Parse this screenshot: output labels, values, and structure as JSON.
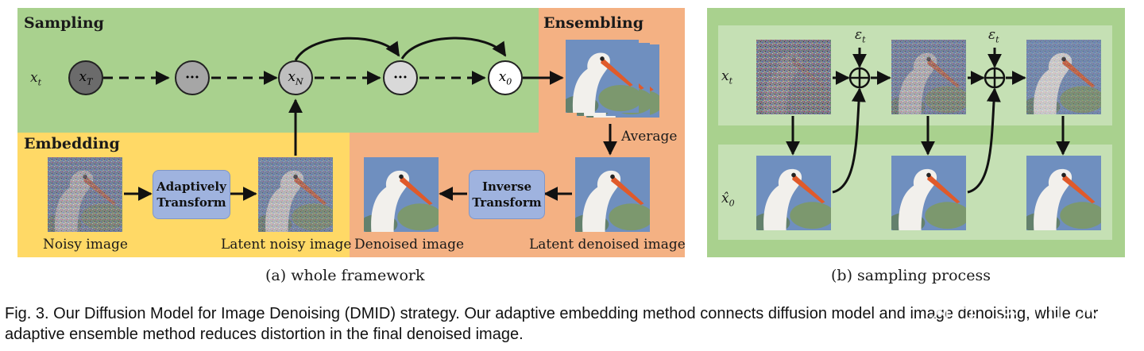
{
  "panel_a": {
    "sampling_title": "Sampling",
    "embedding_title": "Embedding",
    "ensembling_title": "Ensembling",
    "xt_label": "x",
    "xt_sub": "t",
    "nodes": [
      {
        "main": "x",
        "sub": "T"
      },
      {
        "main": "···",
        "sub": ""
      },
      {
        "main": "x",
        "sub": "N"
      },
      {
        "main": "···",
        "sub": ""
      },
      {
        "main": "x",
        "sub": "0"
      }
    ],
    "adaptively_transform": [
      "Adaptively",
      "Transform"
    ],
    "inverse_transform": [
      "Inverse",
      "Transform"
    ],
    "noisy_image": "Noisy image",
    "latent_noisy_image": "Latent noisy image",
    "denoised_image": "Denoised image",
    "latent_denoised_image": "Latent denoised image",
    "average": "Average",
    "caption": "(a)  whole framework"
  },
  "panel_b": {
    "xt_label": "x",
    "xt_sub": "t",
    "x0_label": "x̂",
    "x0_sub": "0",
    "eps_label": "ε",
    "eps_sub": "t",
    "caption": "(b)  sampling process"
  },
  "figure_caption": "Fig. 3. Our Diffusion Model for Image Denoising (DMID) strategy. Our adaptive embedding method connects diffusion model and image denoising, while our adaptive ensemble method reduces distortion in the final denoised image.",
  "watermark": {
    "zhihu": "知乎 @十小大",
    "csdn": "CSDN @十小大"
  },
  "colors": {
    "sampling_bg": "#a9d18e",
    "embedding_bg": "#ffd966",
    "ensembling_bg": "#f4b183",
    "panel_b_outer": "#a9d18e",
    "panel_b_row": "#c5e0b4",
    "box_blue": "#9fb3df"
  }
}
